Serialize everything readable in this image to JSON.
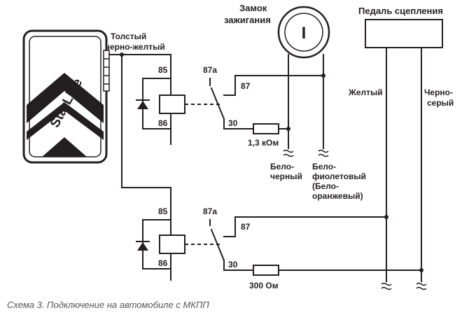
{
  "title": "Схема 3. Подключение на автомобиле с МКПП",
  "alarm_unit": {
    "brand": "StarLine"
  },
  "wire_label": {
    "line1": "Толстый",
    "line2": "черно-желтый"
  },
  "ignition_lock": {
    "line1": "Замок",
    "line2": "зажигания",
    "symbol": "I"
  },
  "clutch_pedal": {
    "label": "Педаль сцепления"
  },
  "relay1": {
    "pin_85": "85",
    "pin_86": "86",
    "pin_87a": "87a",
    "pin_87": "87",
    "pin_30": "30",
    "resistor": "1,3 кОм"
  },
  "relay2": {
    "pin_85": "85",
    "pin_86": "86",
    "pin_87a": "87a",
    "pin_87": "87",
    "pin_30": "30",
    "resistor": "300 Ом"
  },
  "ign_wires": {
    "white_black": {
      "line1": "Бело-",
      "line2": "черный"
    },
    "white_violet": {
      "line1": "Бело-",
      "line2": "фиолетовый",
      "line3": "(Бело-",
      "line4": "оранжевый)"
    }
  },
  "pedal_wires": {
    "yellow": "Желтый",
    "black_gray": {
      "line1": "Черно-",
      "line2": "серый"
    }
  }
}
